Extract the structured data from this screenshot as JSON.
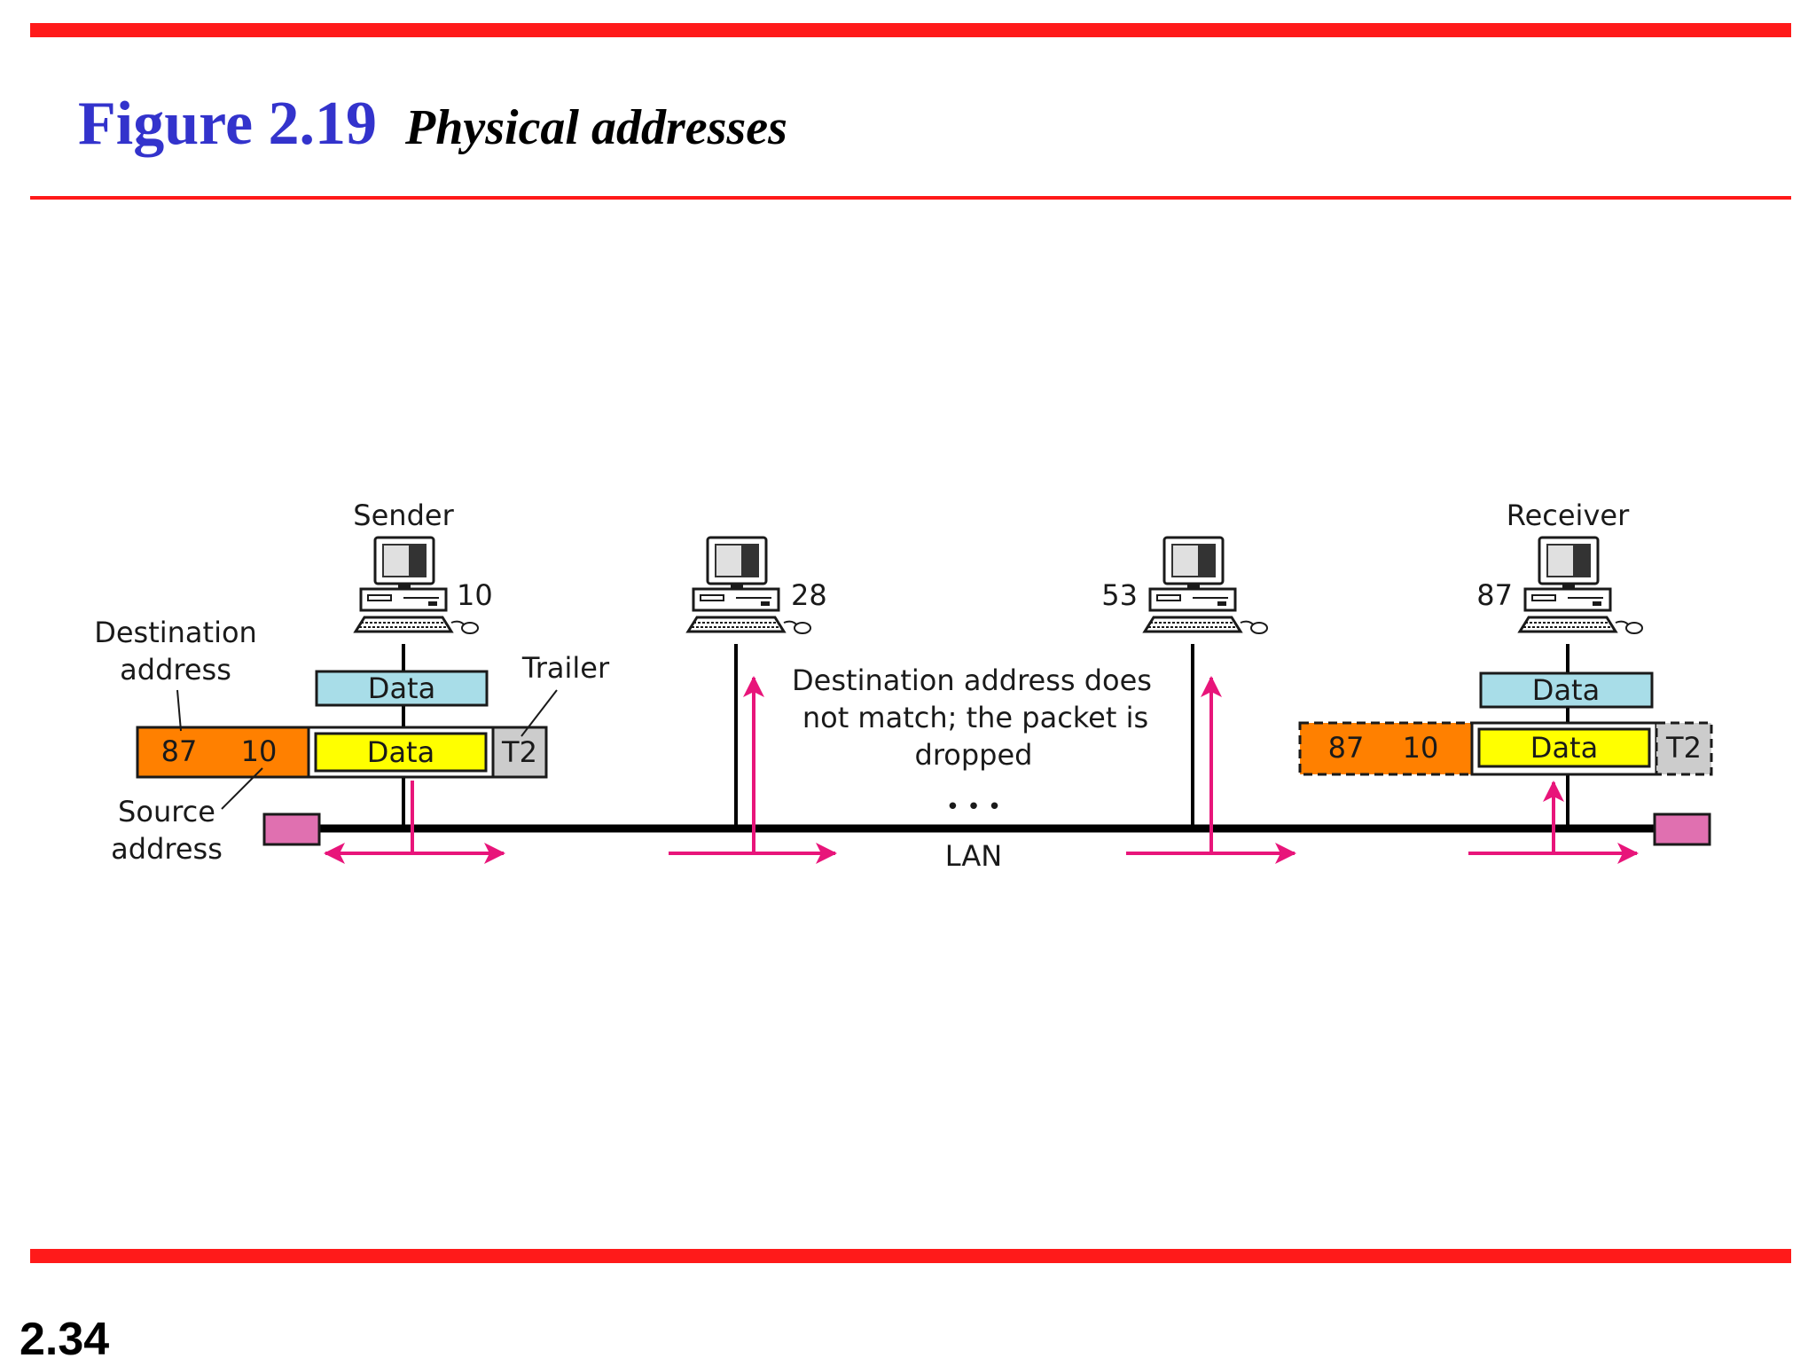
{
  "slide": {
    "figure_number": "Figure 2.19",
    "figure_caption": "Physical addresses",
    "page_number": "2.34"
  },
  "diagram": {
    "stations": [
      {
        "role": "Sender",
        "address": "10"
      },
      {
        "role": "",
        "address": "28"
      },
      {
        "role": "",
        "address": "53"
      },
      {
        "role": "Receiver",
        "address": "87"
      }
    ],
    "sender_frame": {
      "destination": "87",
      "source": "10",
      "data": "Data",
      "trailer": "T2",
      "payload": "Data"
    },
    "receiver_frame": {
      "destination": "87",
      "source": "10",
      "data": "Data",
      "trailer": "T2",
      "payload": "Data"
    },
    "labels": {
      "destination_address": [
        "Destination",
        "address"
      ],
      "source_address": [
        "Source",
        "address"
      ],
      "trailer": "Trailer",
      "dropped_note": [
        "Destination address does",
        "not match; the packet is",
        "dropped"
      ],
      "ellipsis": "• • •",
      "lan": "LAN"
    },
    "colors": {
      "header": "#ff8000",
      "data_frame": "#ffff00",
      "data_payload": "#a8dde8",
      "trailer": "#cccccc",
      "arrows": "#e8157a",
      "terminator": "#e070b0",
      "bus": "#000000"
    }
  }
}
